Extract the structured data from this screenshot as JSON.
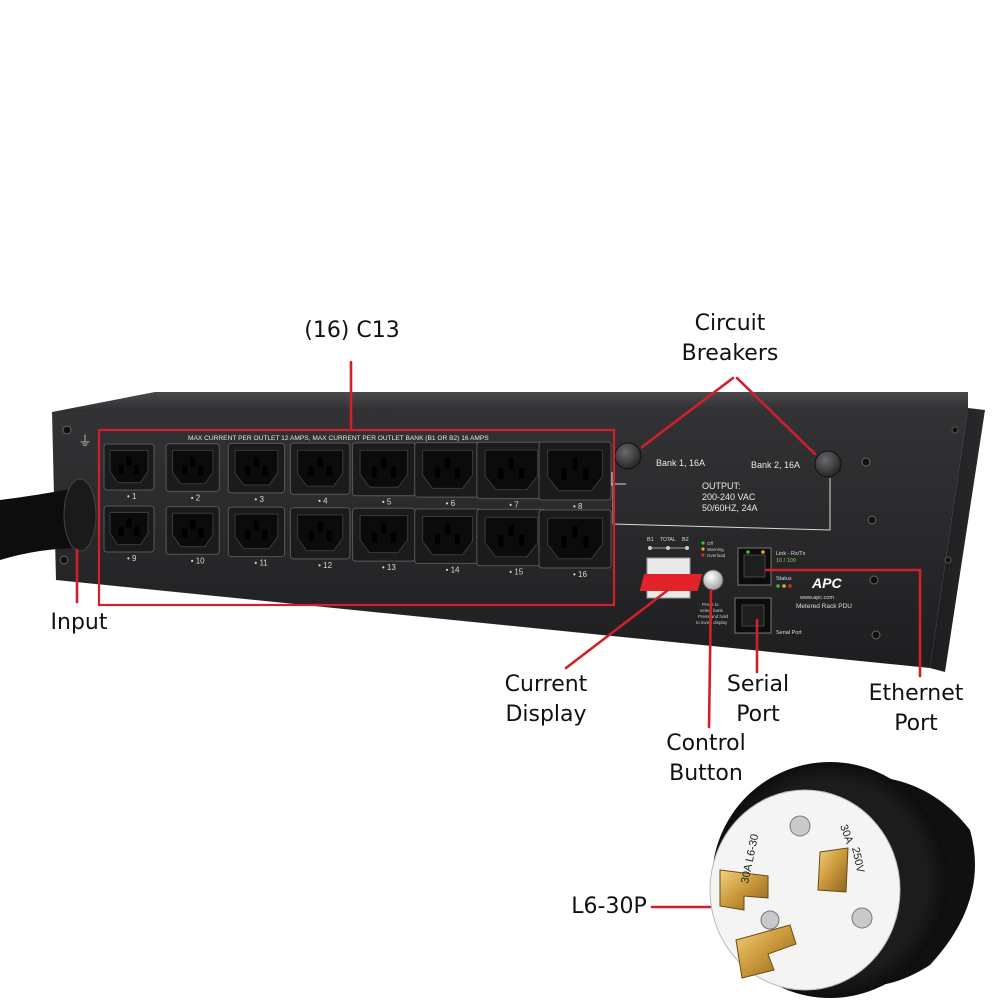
{
  "labels": {
    "outlets": "(16) C13",
    "breakers": "Circuit\nBreakers",
    "input": "Input",
    "current_display": "Current\nDisplay",
    "control_button": "Control\nButton",
    "serial_port": "Serial\nPort",
    "ethernet_port": "Ethernet\nPort",
    "plug": "L6-30P"
  },
  "panel": {
    "top_notice": "MAX CURRENT PER OUTLET 12 AMPS, MAX CURRENT PER OUTLET BANK (B1 OR B2) 16 AMPS",
    "bank1": "Bank 1, 16A",
    "bank2": "Bank 2, 16A",
    "output_lines": [
      "OUTPUT:",
      "200-240 VAC",
      "50/60HZ, 24A"
    ],
    "outlet_numbers_top": [
      "1",
      "2",
      "3",
      "4",
      "5",
      "6",
      "7",
      "8"
    ],
    "outlet_numbers_bottom": [
      "9",
      "10",
      "11",
      "12",
      "13",
      "14",
      "15",
      "16"
    ],
    "bank_indicators": [
      "B1",
      "TOTAL",
      "B2"
    ],
    "status_legend": [
      "Off",
      "Warning",
      "Overload"
    ],
    "button_help": [
      "Press to",
      "select bank.",
      "Press and hold",
      "to invert display"
    ],
    "link_label": "Link - Rx/Tx",
    "speed_label": "10 / 100",
    "status_label": "Status",
    "brand": "APC",
    "website": "www.apc.com",
    "model": "Metered Rack PDU",
    "serial_label": "Serial Port"
  },
  "plug": {
    "text_left": "30A L6-30",
    "text_right_a": "30A",
    "text_right_b": "250V"
  },
  "colors": {
    "callout": "#d0202a",
    "chassis_front": "#2b2b2d",
    "chassis_top": "#3d3d40",
    "outlet_body": "#151516",
    "brand_red": "#e2232a"
  }
}
